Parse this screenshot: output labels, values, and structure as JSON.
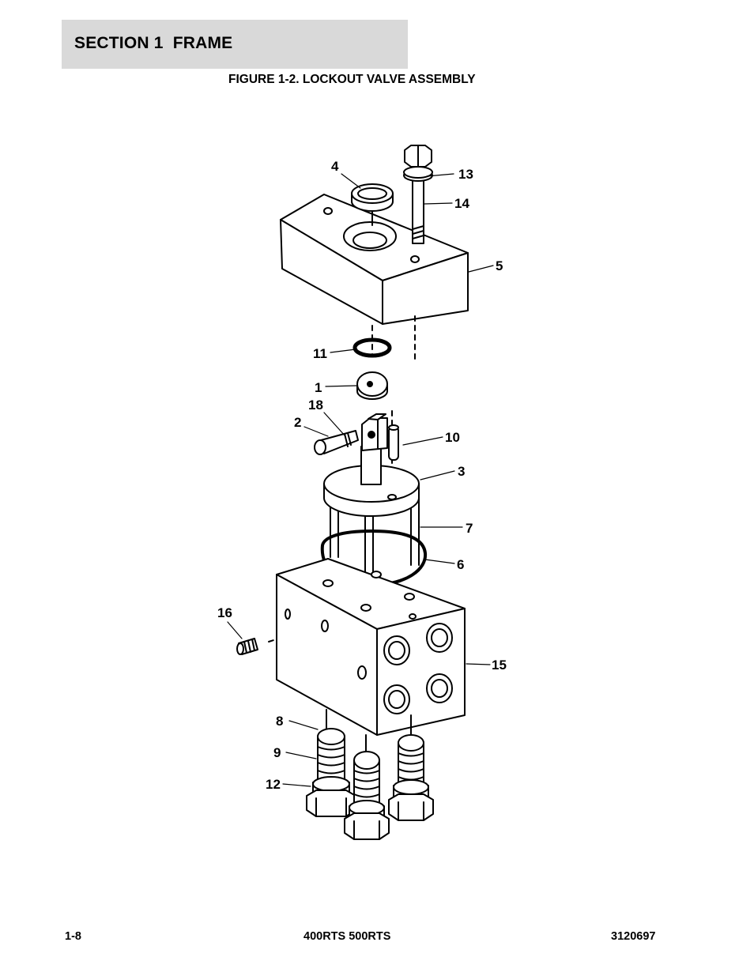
{
  "header": {
    "section_title": "SECTION 1  FRAME"
  },
  "figure": {
    "title": "FIGURE 1-2. LOCKOUT VALVE ASSEMBLY",
    "callouts": {
      "c1": "1",
      "c2": "2",
      "c3": "3",
      "c4": "4",
      "c5": "5",
      "c6": "6",
      "c7": "7",
      "c8": "8",
      "c9": "9",
      "c10": "10",
      "c11": "11",
      "c12": "12",
      "c13": "13",
      "c14": "14",
      "c15": "15",
      "c16": "16",
      "c18": "18"
    }
  },
  "footer": {
    "page_number": "1-8",
    "model": "400RTS 500RTS",
    "doc_number": "3120697"
  }
}
